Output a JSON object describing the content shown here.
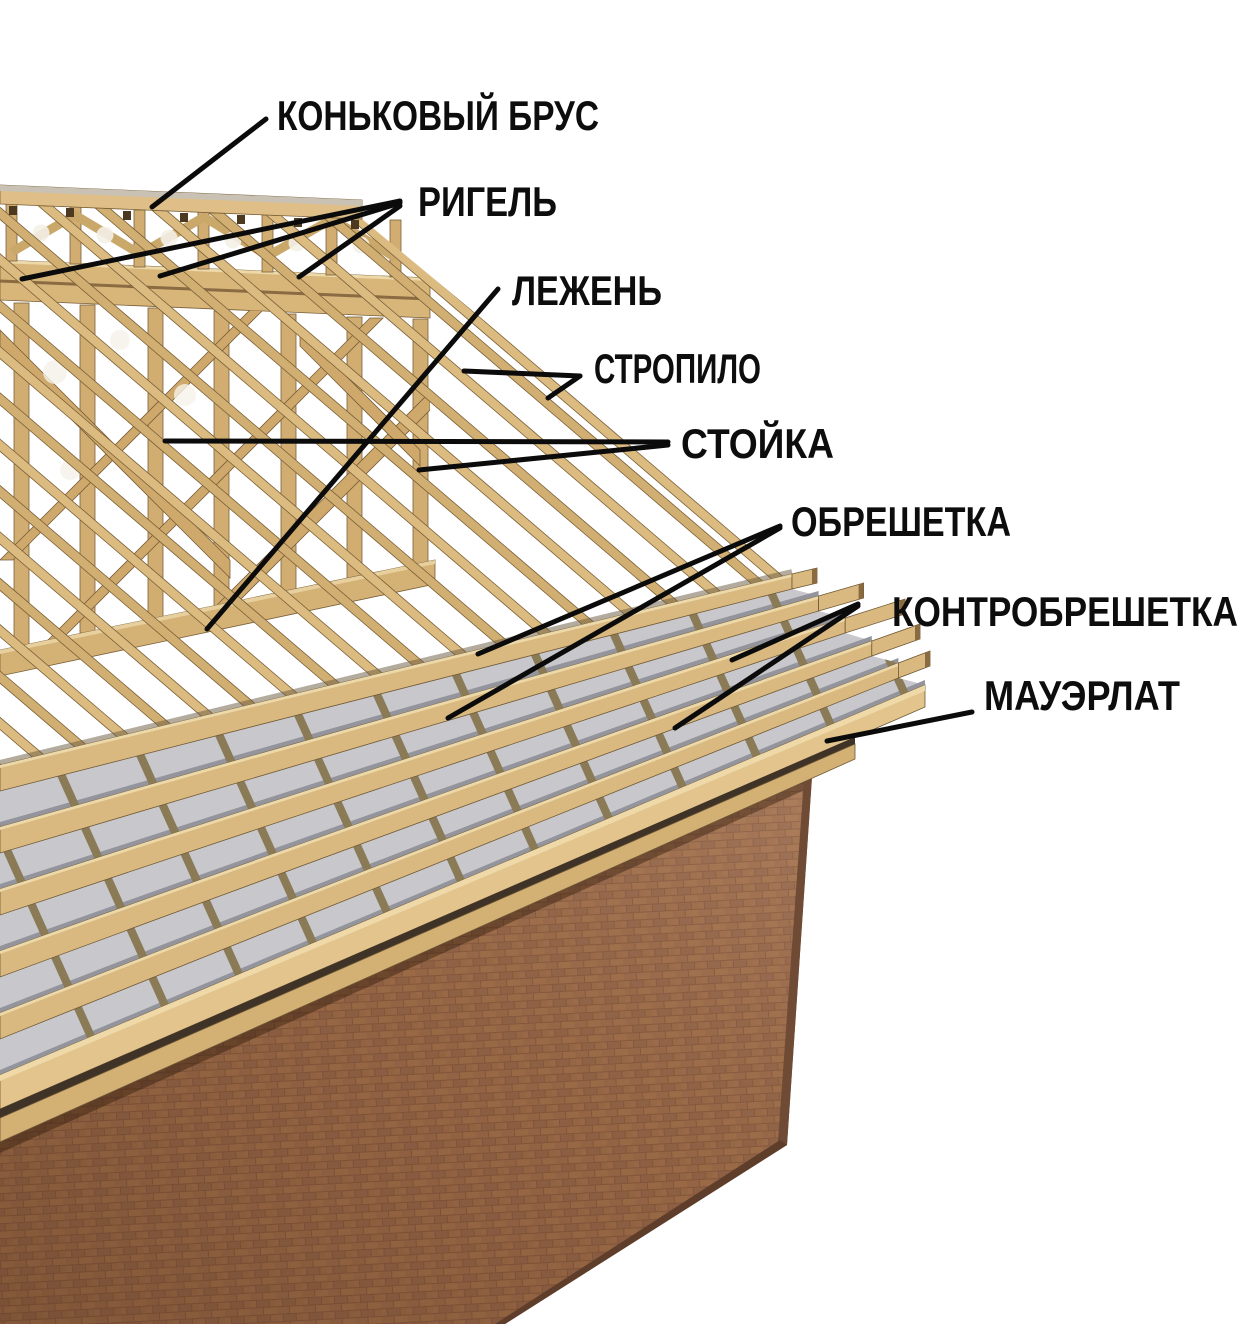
{
  "figure": {
    "kind": "roof-construction-diagram",
    "language": "ru",
    "description_parts_count": 8
  },
  "labels": [
    {
      "id": "konkovy-brus",
      "text": "КОНЬКОВЫЙ БРУС"
    },
    {
      "id": "rigel",
      "text": "РИГЕЛЬ"
    },
    {
      "id": "lezhen",
      "text": "ЛЕЖЕНЬ"
    },
    {
      "id": "stropilo",
      "text": "СТРОПИЛО"
    },
    {
      "id": "stoyka",
      "text": "СТОЙКА"
    },
    {
      "id": "obreshetka",
      "text": "ОБРЕШЕТКА"
    },
    {
      "id": "kontrobreshetka",
      "text": "КОНТРОБРЕШЕТКА"
    },
    {
      "id": "mauerlat",
      "text": "МАУЭРЛАТ"
    }
  ],
  "colors": {
    "background": "#ffffff",
    "text": "#0d0d0d",
    "line": "#0b0b0b",
    "wood_light": "#dfbf87",
    "wood_mid": "#d6b478",
    "wood_dark_edge": "#6f5835",
    "wood_batten": "#d9b97f",
    "counter_batten": "#8a7a55",
    "tile_grey": "#c7c7cc",
    "tile_shadow": "#94949c",
    "brick_base": "#9c6b4a",
    "brick_mortar": "#8a5a3e",
    "eave_shadow": "#3f3327"
  }
}
